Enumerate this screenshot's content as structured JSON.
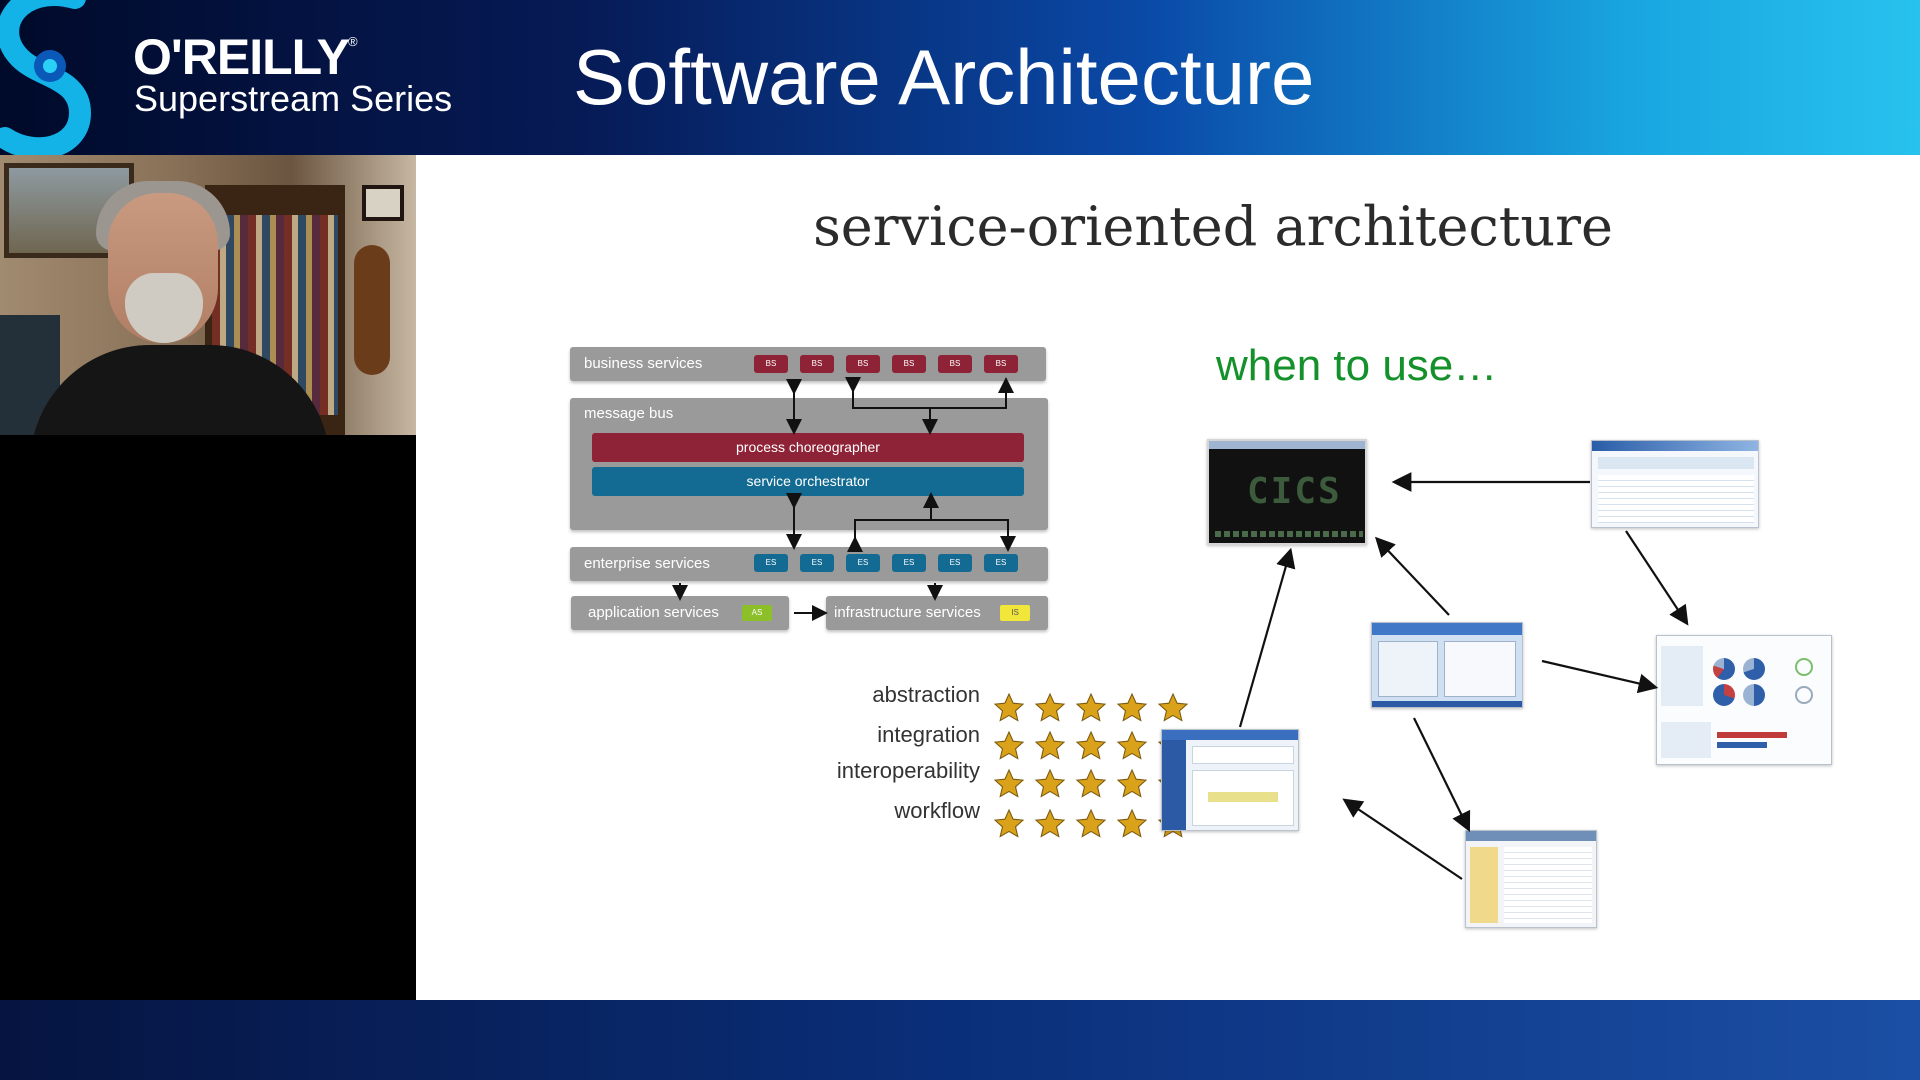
{
  "brand": {
    "name": "O'REILLY",
    "registered": "®",
    "series": "Superstream Series"
  },
  "stream": {
    "title": "Software Architecture"
  },
  "slide": {
    "title": "service-oriented architecture",
    "diagram": {
      "business_services": "business services",
      "business_chips": [
        "BS",
        "BS",
        "BS",
        "BS",
        "BS",
        "BS"
      ],
      "message_bus": "message bus",
      "process_choreographer": "process choreographer",
      "service_orchestrator": "service orchestrator",
      "enterprise_services": "enterprise services",
      "enterprise_chips": [
        "ES",
        "ES",
        "ES",
        "ES",
        "ES",
        "ES"
      ],
      "application_services": "application services",
      "application_tag": "AS",
      "infrastructure_services": "infrastructure services",
      "infrastructure_tag": "IS"
    },
    "ratings": [
      {
        "label": "abstraction",
        "stars": 5
      },
      {
        "label": "integration",
        "stars": 5
      },
      {
        "label": "interoperability",
        "stars": 5
      },
      {
        "label": "workflow",
        "stars": 5
      }
    ],
    "when_title": "when to use…",
    "terminal_text": "CICS"
  },
  "colors": {
    "business": "#8e2236",
    "enterprise": "#136a92",
    "when_green": "#14912a",
    "star_gold": "#d9a21a"
  }
}
